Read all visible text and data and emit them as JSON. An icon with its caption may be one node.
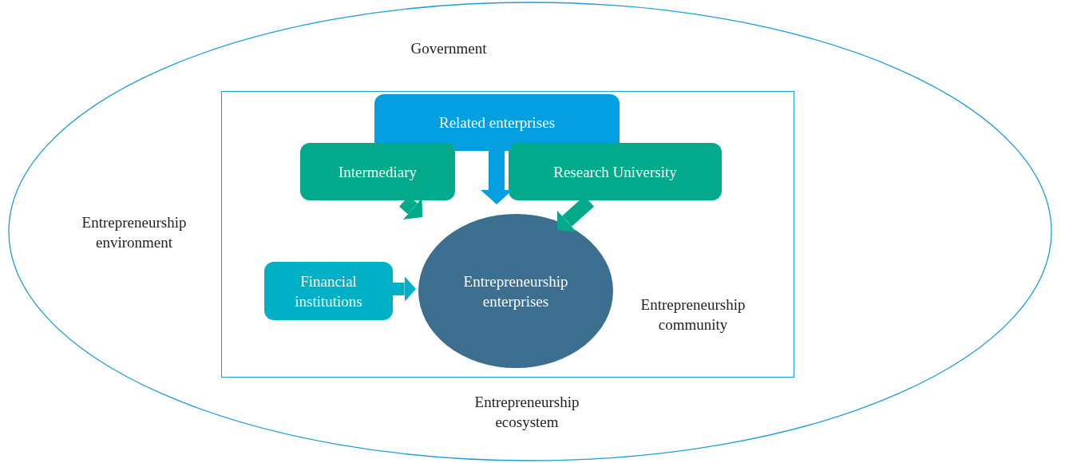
{
  "diagram": {
    "nodes": [
      {
        "text": [
          "Government",
          "Entrepreneurship environment",
          "Entrepreneurship ecosystem"
        ]
      },
      {
        "text": [
          "Entrepreneurship community"
        ],
        "in": 0
      },
      {
        "text": [
          "Related enterprises"
        ],
        "in": 1
      },
      {
        "text": [
          "Intermediary"
        ],
        "in": 1
      },
      {
        "text": [
          "Research University"
        ],
        "in": 1
      },
      {
        "text": [
          "Financial institutions"
        ],
        "in": 1
      },
      {
        "text": [
          "Entrepreneurship enterprises"
        ],
        "in": 1
      }
    ],
    "edges": [
      {
        "from": 2,
        "to": 6,
        "arrow": "to",
        "color": "#049fe0"
      },
      {
        "from": 3,
        "to": 6,
        "arrow": "to",
        "color": "#02a98a"
      },
      {
        "from": 4,
        "to": 6,
        "arrow": "to",
        "color": "#02a98a"
      },
      {
        "from": 5,
        "to": 6,
        "arrow": "to",
        "color": "#00b0c6"
      }
    ]
  }
}
